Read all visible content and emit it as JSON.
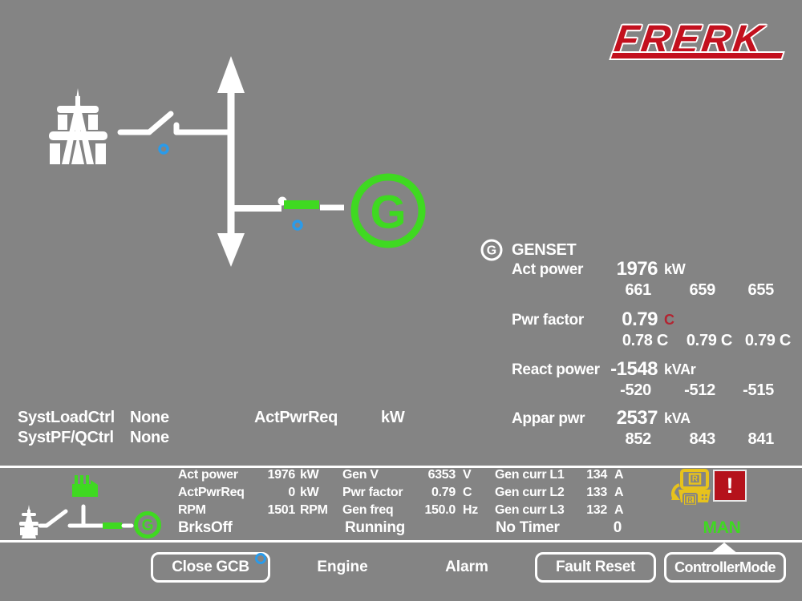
{
  "colors": {
    "background": "#848484",
    "accent_green": "#3fd921",
    "accent_blue": "#2a9bea",
    "brand_red": "#c3101e",
    "alarm_red": "#b5121b",
    "warn_yellow": "#e7c21c",
    "leading_pf_red": "#b32431"
  },
  "logo": {
    "text": "FRERK"
  },
  "diagram": {
    "generator_letter": "G",
    "mini_generator_letter": "G"
  },
  "genset": {
    "header": "GENSET",
    "icon_letter": "G",
    "rows": [
      {
        "label": "Act power",
        "value": "1976",
        "unit": "kW",
        "phases": [
          "661",
          "659",
          "655"
        ]
      },
      {
        "label": "Pwr factor",
        "value": "0.79",
        "unit": "C",
        "phases": [
          "0.78 C",
          "0.79 C",
          "0.79 C"
        ]
      },
      {
        "label": "React power",
        "value": "-1548",
        "unit": "kVAr",
        "phases": [
          "-520",
          "-512",
          "-515"
        ]
      },
      {
        "label": "Appar pwr",
        "value": "2537",
        "unit": "kVA",
        "phases": [
          "852",
          "843",
          "841"
        ]
      }
    ]
  },
  "control": {
    "syst_load_ctrl": {
      "label": "SystLoadCtrl",
      "value": "None"
    },
    "syst_pf_qctrl": {
      "label": "SystPF/QCtrl",
      "value": "None"
    },
    "act_pwr_req": {
      "label": "ActPwrReq",
      "unit": "kW"
    }
  },
  "statusbar": {
    "col1": {
      "rows": [
        {
          "label": "Act power",
          "value": "1976",
          "unit": "kW"
        },
        {
          "label": "ActPwrReq",
          "value": "0",
          "unit": "kW"
        },
        {
          "label": "RPM",
          "value": "1501",
          "unit": "RPM"
        }
      ]
    },
    "col2": {
      "rows": [
        {
          "label": "Gen V",
          "value": "6353",
          "unit": "V"
        },
        {
          "label": "Pwr factor",
          "value": "0.79",
          "unit": "C"
        },
        {
          "label": "Gen freq",
          "value": "150.0",
          "unit": "Hz"
        }
      ]
    },
    "col3": {
      "rows": [
        {
          "label": "Gen curr L1",
          "value": "134",
          "unit": "A"
        },
        {
          "label": "Gen curr L2",
          "value": "133",
          "unit": "A"
        },
        {
          "label": "Gen curr L3",
          "value": "132",
          "unit": "A"
        }
      ]
    },
    "breaker_state": "BrksOff",
    "engine_state": "Running",
    "timer_label": "No Timer",
    "timer_value": "0",
    "controller_mode": "MAN"
  },
  "icons": {
    "remote_letter": "R",
    "alarm_mark": "!"
  },
  "buttons": {
    "close_gcb": "Close GCB",
    "engine": "Engine",
    "alarm": "Alarm",
    "fault_reset": "Fault Reset",
    "controller_mode": "ControllerMode"
  }
}
